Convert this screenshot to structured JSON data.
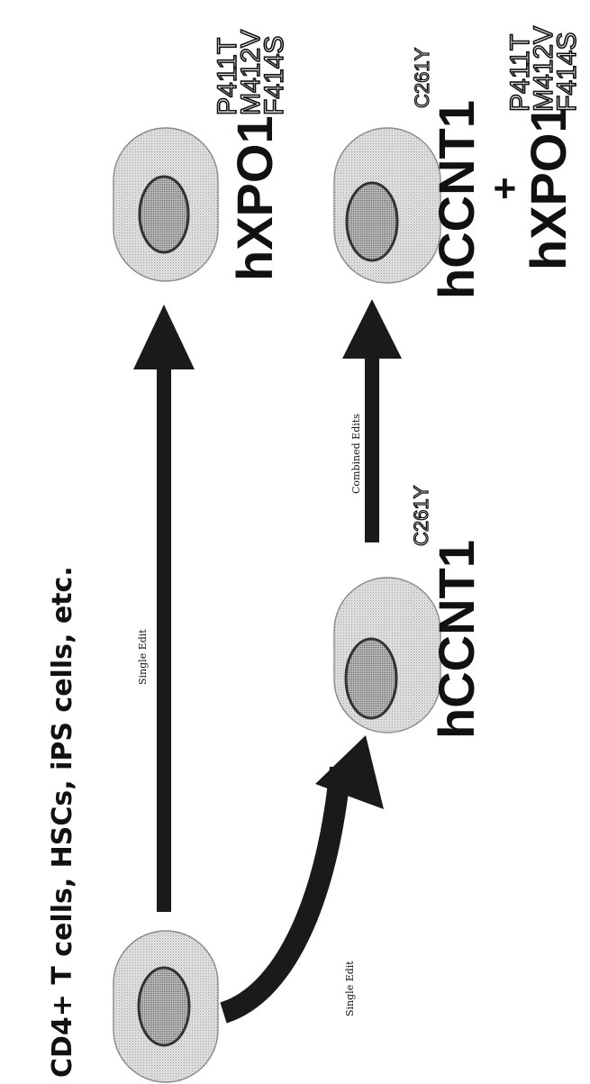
{
  "heading": "CD4+ T cells, HSCs, iPS cells, etc.",
  "arrows": {
    "top_single_edit": "Single Edit",
    "bottom_single_edit": "Single Edit",
    "combined_edits": "Combined Edits"
  },
  "top_target": {
    "gene": "hXPO1",
    "mutations": [
      "P411T",
      "M412V",
      "F414S"
    ]
  },
  "intermediate": {
    "gene": "hCCNT1",
    "mutation": "C261Y"
  },
  "combined_target": {
    "gene_primary": "hCCNT1",
    "gene_primary_mutation": "C261Y",
    "plus": "+",
    "gene_secondary": "hXPO1",
    "gene_secondary_mutations": [
      "P411T",
      "M412V",
      "F414S"
    ]
  }
}
